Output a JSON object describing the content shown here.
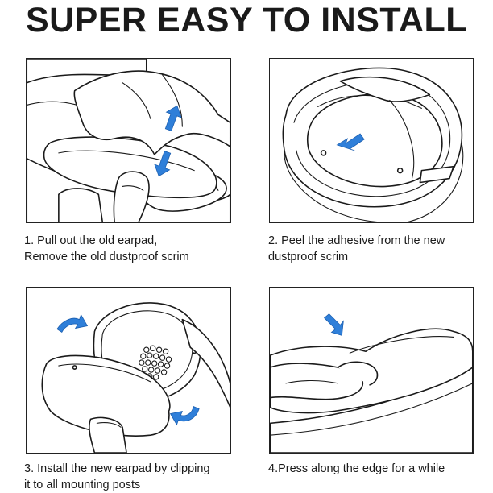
{
  "header": {
    "title": "SUPER EASY TO INSTALL"
  },
  "steps": [
    {
      "line1": "1. Pull out the old earpad,",
      "line2": "Remove the old dustproof scrim"
    },
    {
      "line1": "2. Peel the adhesive from the new",
      "line2": "dustproof scrim"
    },
    {
      "line1": "3. Install the new earpad by clipping",
      "line2": "it to all mounting posts"
    },
    {
      "line1": "4.Press along the edge for a while",
      "line2": ""
    }
  ],
  "colors": {
    "arrow": "#2f7fd9",
    "line": "#1a1a1a"
  },
  "icons": [
    "arrow-up-icon",
    "arrow-down-icon",
    "arrow-diagonal-icon",
    "curved-arrow-icon"
  ]
}
